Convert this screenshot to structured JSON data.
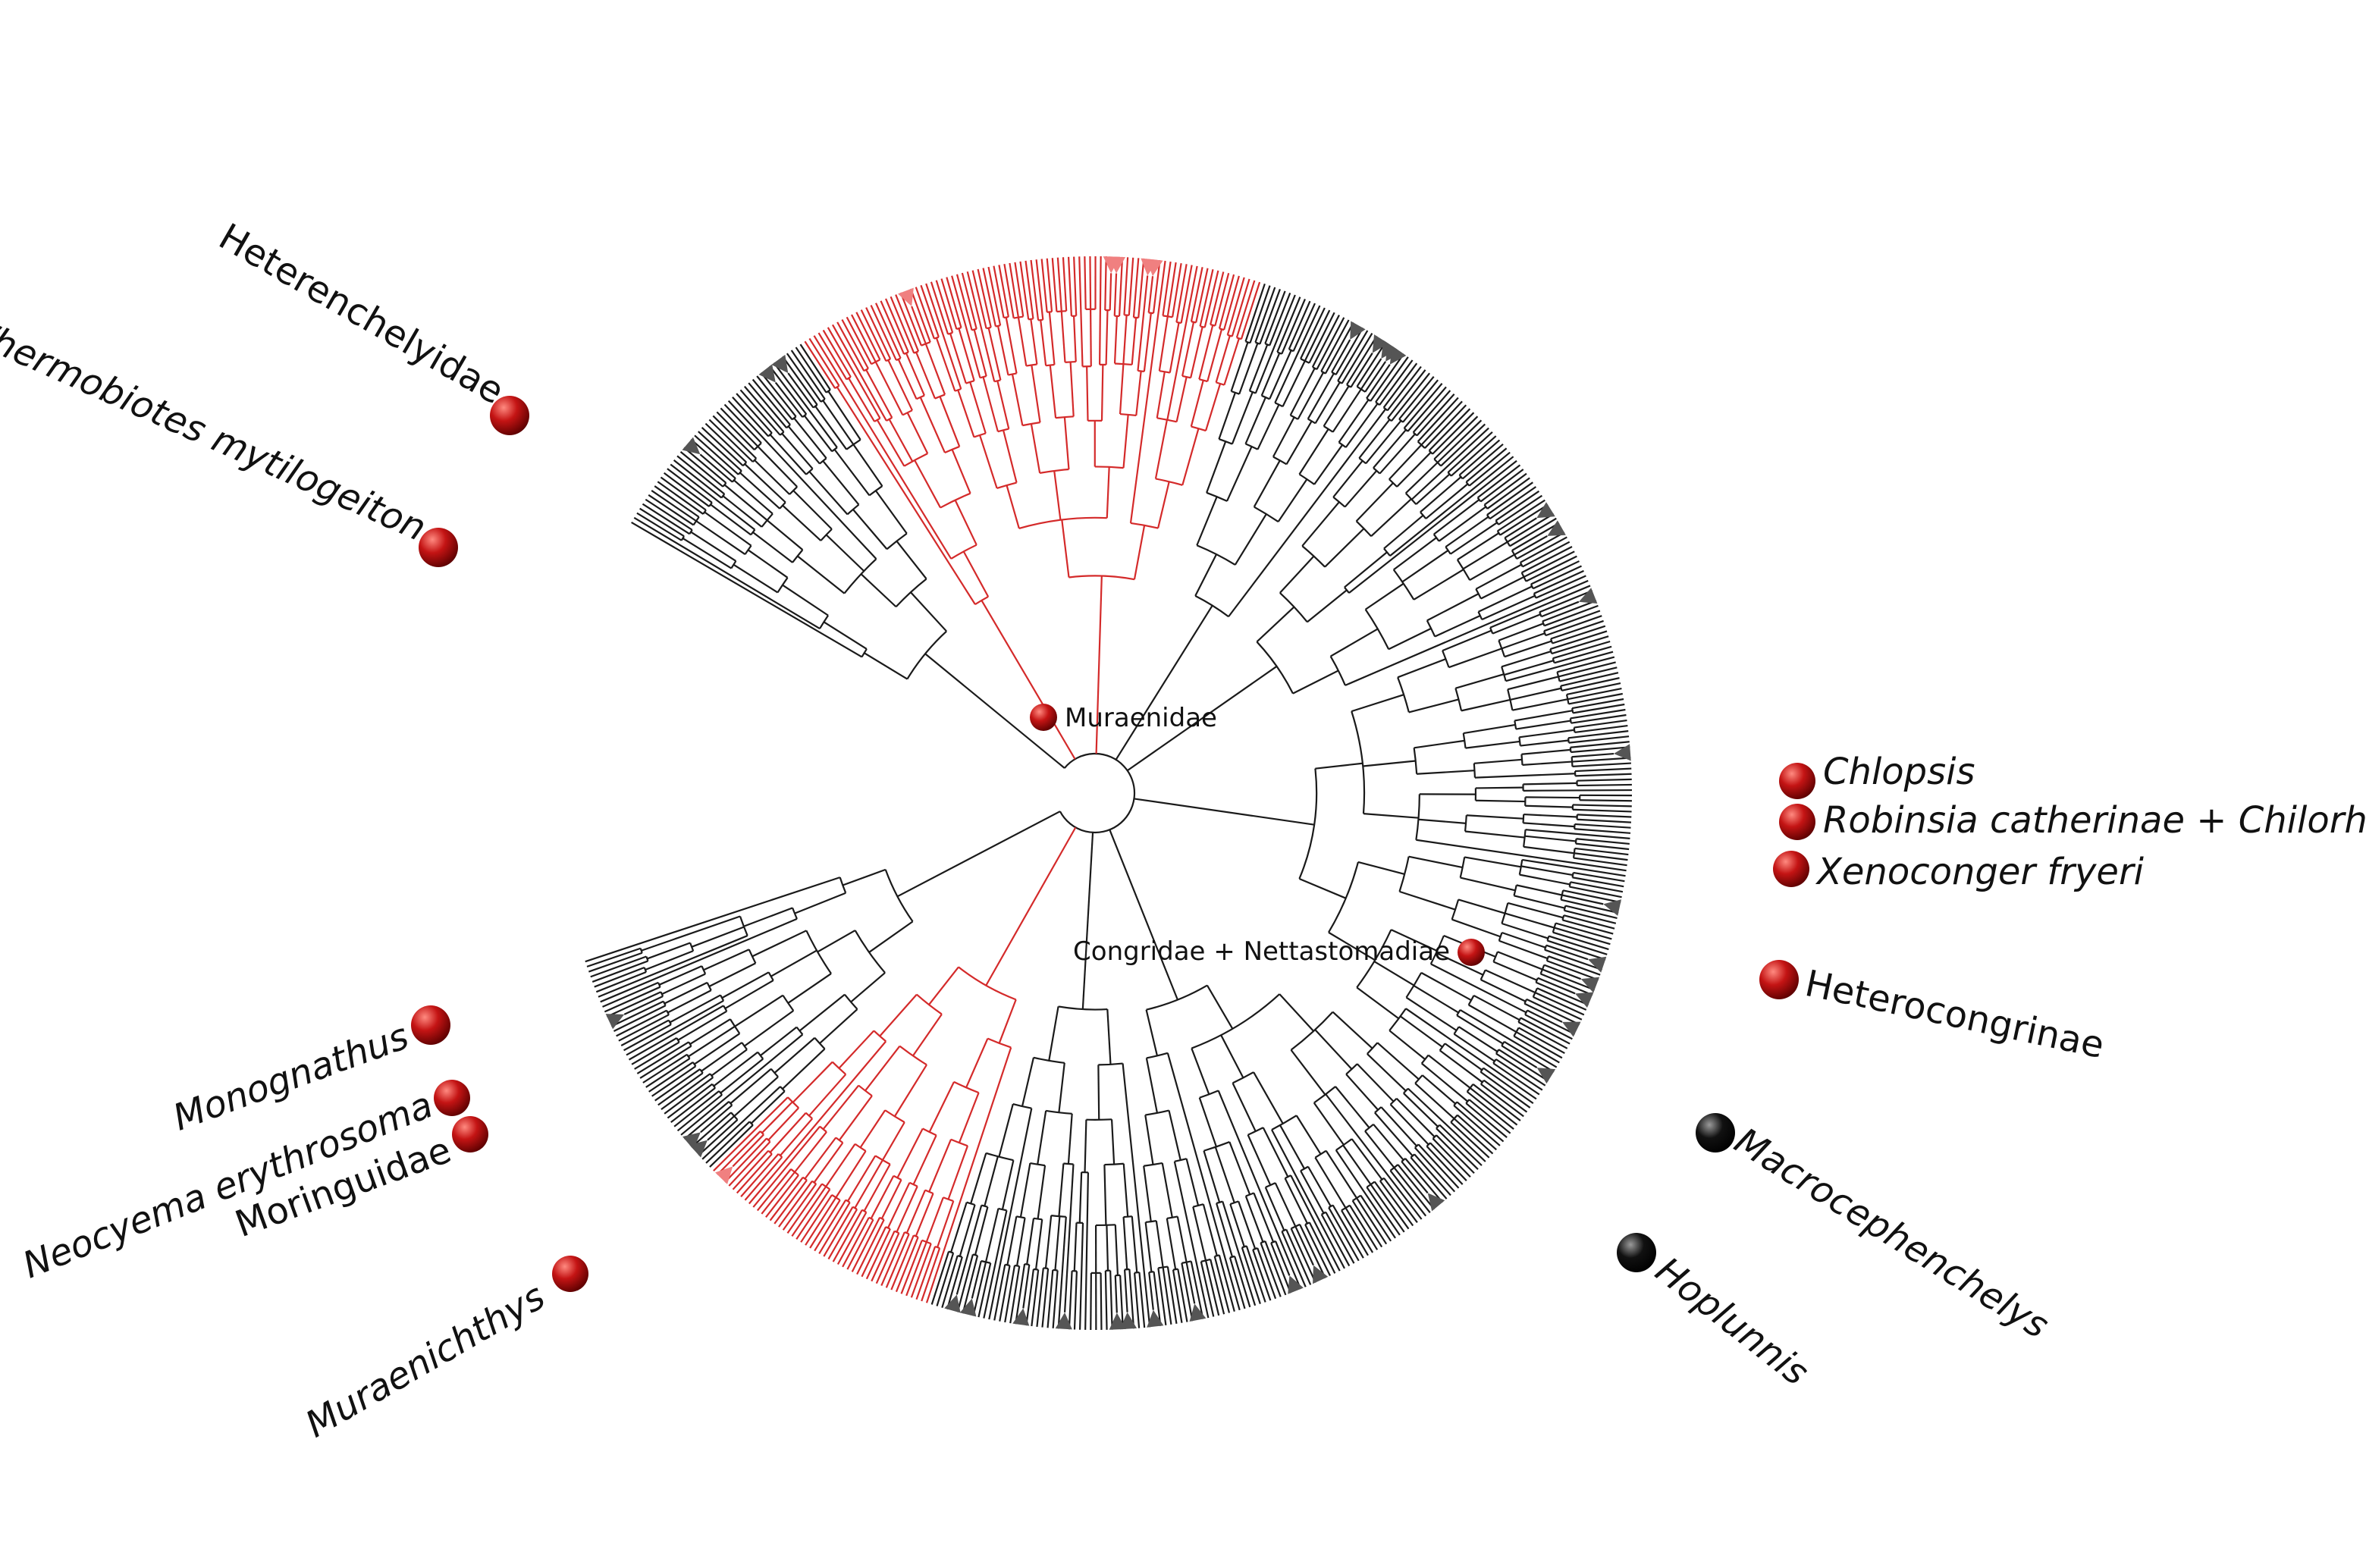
{
  "colors": {
    "background": "#ffffff",
    "branch_default": "#1a1a1a",
    "branch_highlight": "#d42a2a",
    "collapsed_default": "#555555",
    "collapsed_highlight": "#f08080",
    "marker_red": "#c41414",
    "marker_black": "#111111"
  },
  "labels": {
    "heterenchelyidae": "Heterenchelyidae",
    "thermobiotes": "Thermobiotes mytilogeiton",
    "monognathus": "Monognathus",
    "neocyema": "Neocyema erythrosoma",
    "moringuidae": "Moringuidae",
    "muraenichthys": "Muraenichthys",
    "muraenidae": "Muraenidae",
    "congridae": "Congridae + Nettastomadiae",
    "chlopsis": "Chlopsis",
    "robinsia": "Robinsia catherinae + Chilorhinus",
    "xenoconger": "Xenoconger fryeri",
    "heterocongrinae": "Heterocongrinae",
    "macrocephenchelys": "Macrocephenchelys",
    "hoplunnis": "Hoplunnis"
  },
  "markers": [
    {
      "id": "heterenchelyidae",
      "color": "red"
    },
    {
      "id": "thermobiotes",
      "color": "red"
    },
    {
      "id": "monognathus",
      "color": "red"
    },
    {
      "id": "neocyema",
      "color": "red"
    },
    {
      "id": "moringuidae",
      "color": "red"
    },
    {
      "id": "muraenichthys",
      "color": "red"
    },
    {
      "id": "muraenidae",
      "color": "red"
    },
    {
      "id": "congridae",
      "color": "red"
    },
    {
      "id": "chlopsis",
      "color": "red"
    },
    {
      "id": "robinsia",
      "color": "red"
    },
    {
      "id": "xenoconger",
      "color": "red"
    },
    {
      "id": "heterocongrinae",
      "color": "red"
    },
    {
      "id": "macrocephenchelys",
      "color": "black"
    },
    {
      "id": "hoplunnis",
      "color": "black"
    }
  ]
}
